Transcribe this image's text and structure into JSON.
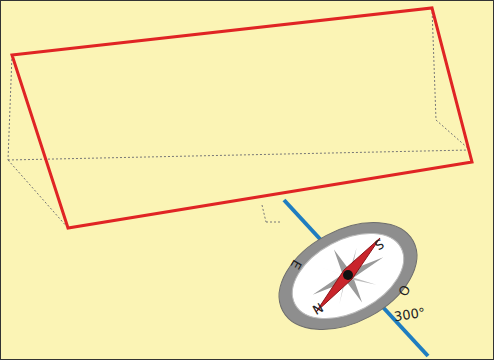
{
  "diagram": {
    "labels": [
      "S",
      "E",
      "N",
      "O",
      "300°"
    ]
  }
}
